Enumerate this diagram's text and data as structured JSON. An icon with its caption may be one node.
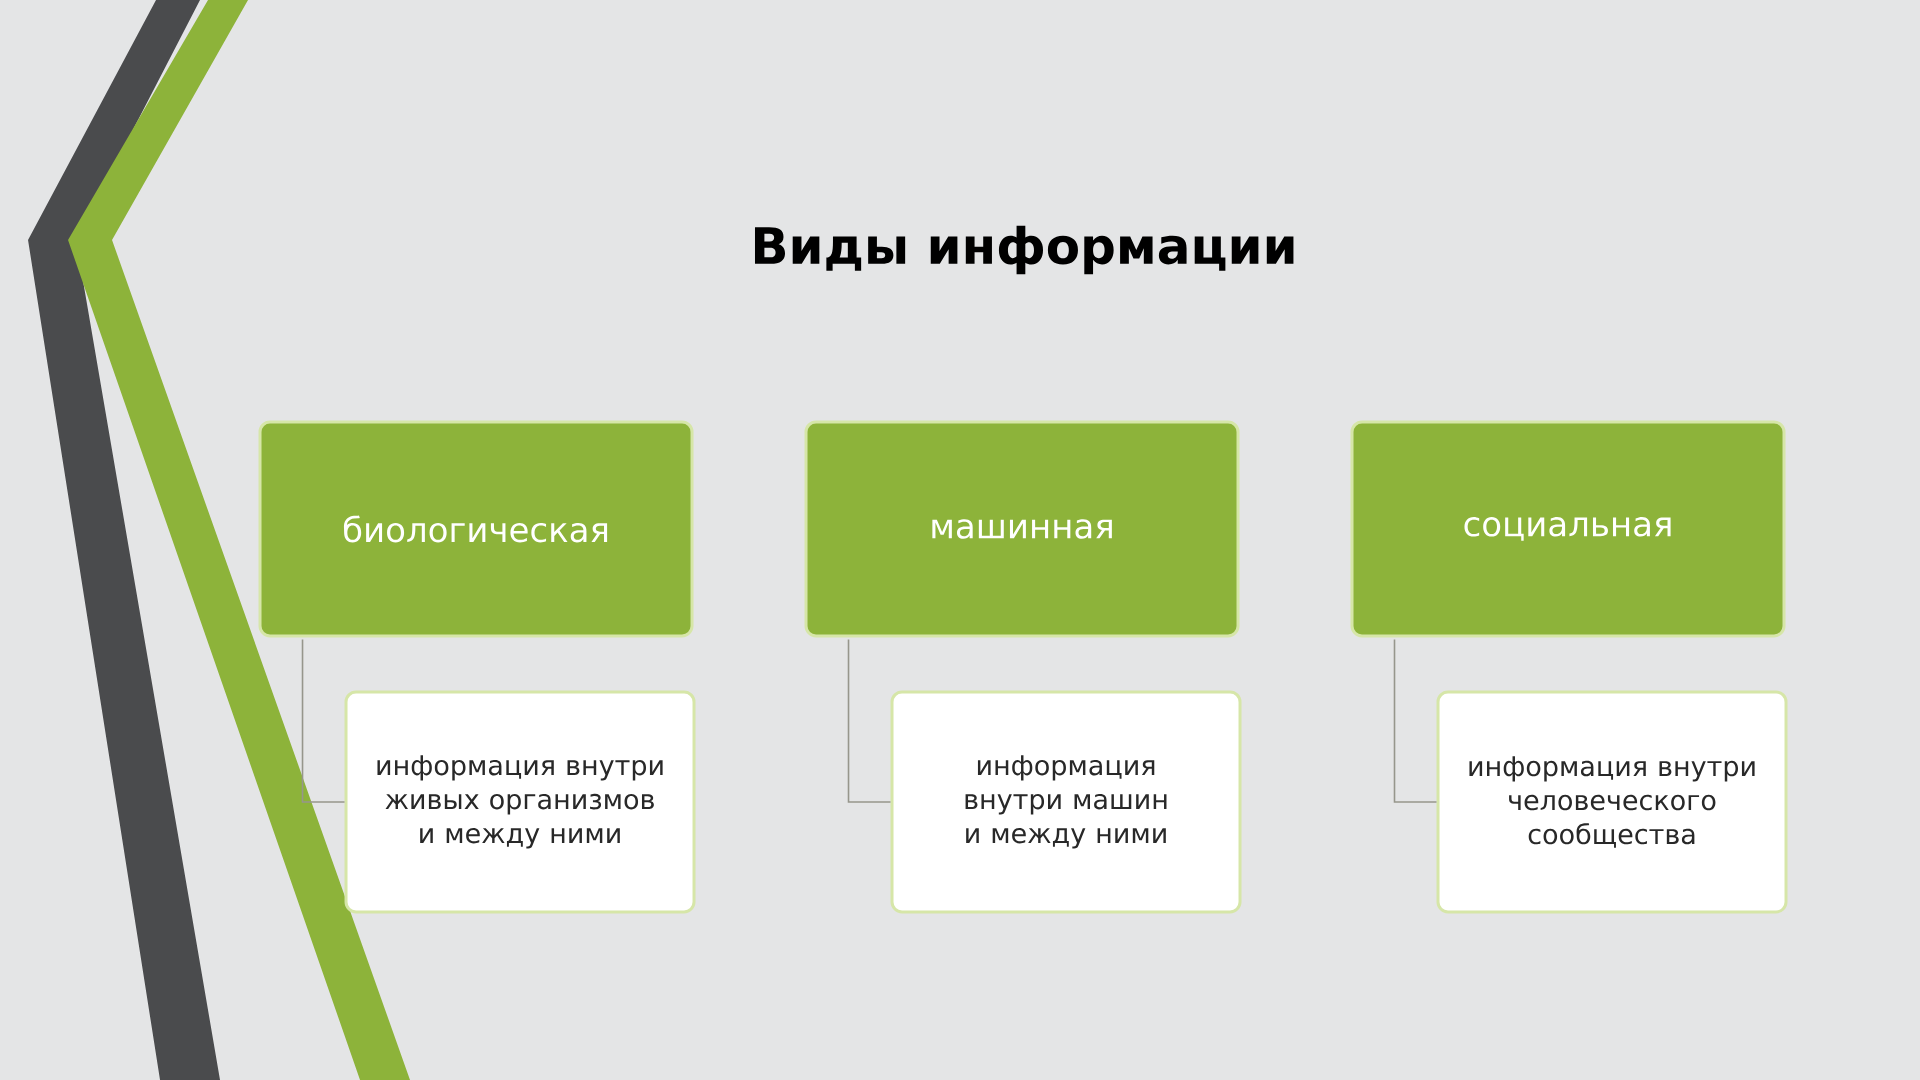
{
  "diagram": {
    "title": "Виды информации",
    "nodes": [
      {
        "text": [
          "биологическая"
        ]
      },
      {
        "text": [
          "информация внутри живых организмов и между ними"
        ]
      },
      {
        "text": [
          "машинная"
        ]
      },
      {
        "text": [
          "информация внутри машин и между ними"
        ]
      },
      {
        "text": [
          "социальная"
        ]
      },
      {
        "text": [
          "информация внутри человеческого сообщества"
        ]
      }
    ],
    "edges": [
      {
        "from": 0,
        "to": 1,
        "arrow": "none"
      },
      {
        "from": 2,
        "to": 3,
        "arrow": "none"
      },
      {
        "from": 4,
        "to": 5,
        "arrow": "none"
      }
    ]
  }
}
